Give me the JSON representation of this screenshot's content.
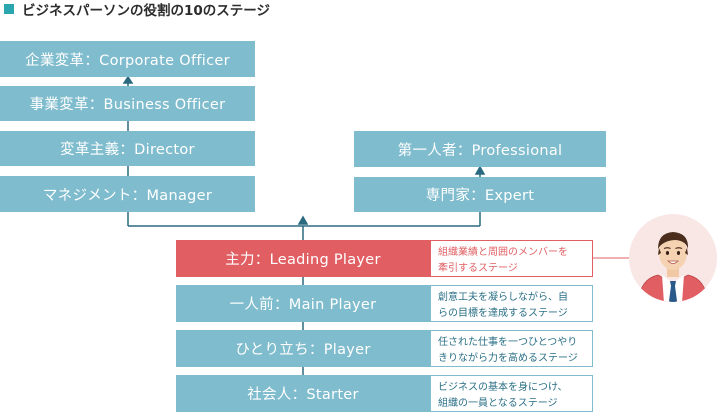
{
  "title": "ビジネスパーソンの役割の10のステージ",
  "colors": {
    "accent": "#2aa6ae",
    "box": "#7fbccd",
    "highlight": "#e15f63",
    "connector": "#2a6a80"
  },
  "left_stack": [
    {
      "label": "企業変革：Corporate Officer"
    },
    {
      "label": "事業変革：Business Officer"
    },
    {
      "label": "変革主義：Director"
    },
    {
      "label": "マネジメント：Manager"
    }
  ],
  "right_stack": [
    {
      "label": "第一人者：Professional"
    },
    {
      "label": "専門家：Expert"
    }
  ],
  "center_stack": [
    {
      "label": "主力：Leading Player",
      "desc": [
        "組織業績と周囲のメンバーを",
        "牽引するステージ"
      ]
    },
    {
      "label": "一人前：Main Player",
      "desc": [
        "創意工夫を凝らしながら、自",
        "らの目標を達成するステージ"
      ]
    },
    {
      "label": "ひとり立ち：Player",
      "desc": [
        "任された仕事を一つひとつやり",
        "きりながら力を高めるステージ"
      ]
    },
    {
      "label": "社会人：Starter",
      "desc": [
        "ビジネスの基本を身につけ、",
        "組織の一員となるステージ"
      ]
    }
  ],
  "person_icon": "businessman-avatar-icon"
}
